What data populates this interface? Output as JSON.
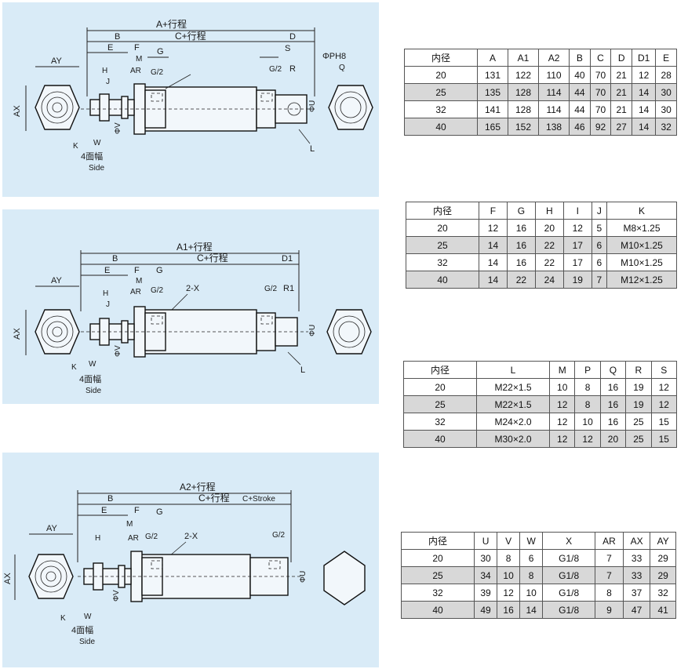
{
  "diagrams": [
    {
      "labels": {
        "overall": "A+行程",
        "stroke": "C+行程",
        "B": "B",
        "D": "D",
        "E": "E",
        "F": "F",
        "G": "G",
        "G2a": "G/2",
        "G2b": "G/2",
        "S": "S",
        "R": "R",
        "M": "M",
        "AR": "AR",
        "H": "H",
        "J": "J",
        "AY": "AY",
        "AX": "AX",
        "K": "K",
        "W": "W",
        "V": "ΦV",
        "U": "ΦU",
        "PH": "ΦPH8",
        "Q": "Q",
        "L": "L",
        "side_cn": "4面幅",
        "side_en": "Side"
      }
    },
    {
      "labels": {
        "overall": "A1+行程",
        "stroke": "C+行程",
        "B": "B",
        "D1": "D1",
        "E": "E",
        "F": "F",
        "G": "G",
        "G2a": "G/2",
        "G2b": "G/2",
        "R1": "R1",
        "M": "M",
        "AR": "AR",
        "X": "2-X",
        "H": "H",
        "J": "J",
        "AY": "AY",
        "AX": "AX",
        "K": "K",
        "W": "W",
        "V": "ΦV",
        "U": "ΦU",
        "L": "L",
        "side_cn": "4面幅",
        "side_en": "Side"
      }
    },
    {
      "labels": {
        "overall": "A2+行程",
        "stroke": "C+行程",
        "stroke_en": "C+Stroke",
        "B": "B",
        "E": "E",
        "F": "F",
        "G": "G",
        "G2a": "G/2",
        "G2b": "G/2",
        "M": "M",
        "AR": "AR",
        "X": "2-X",
        "H": "H",
        "AY": "AY",
        "AX": "AX",
        "K": "K",
        "W": "W",
        "V": "ΦV",
        "U": "ΦU",
        "side_cn": "4面幅",
        "side_en": "Side"
      }
    }
  ],
  "tables": [
    {
      "headers": [
        "内径",
        "A",
        "A1",
        "A2",
        "B",
        "C",
        "D",
        "D1",
        "E"
      ],
      "rows": [
        [
          "20",
          "131",
          "122",
          "110",
          "40",
          "70",
          "21",
          "12",
          "28"
        ],
        [
          "25",
          "135",
          "128",
          "114",
          "44",
          "70",
          "21",
          "14",
          "30"
        ],
        [
          "32",
          "141",
          "128",
          "114",
          "44",
          "70",
          "21",
          "14",
          "30"
        ],
        [
          "40",
          "165",
          "152",
          "138",
          "46",
          "92",
          "27",
          "14",
          "32"
        ]
      ]
    },
    {
      "headers": [
        "内径",
        "F",
        "G",
        "H",
        "I",
        "J",
        "K"
      ],
      "rows": [
        [
          "20",
          "12",
          "16",
          "20",
          "12",
          "5",
          "M8×1.25"
        ],
        [
          "25",
          "14",
          "16",
          "22",
          "17",
          "6",
          "M10×1.25"
        ],
        [
          "32",
          "14",
          "16",
          "22",
          "17",
          "6",
          "M10×1.25"
        ],
        [
          "40",
          "14",
          "22",
          "24",
          "19",
          "7",
          "M12×1.25"
        ]
      ]
    },
    {
      "headers": [
        "内径",
        "L",
        "M",
        "P",
        "Q",
        "R",
        "S"
      ],
      "rows": [
        [
          "20",
          "M22×1.5",
          "10",
          "8",
          "16",
          "19",
          "12"
        ],
        [
          "25",
          "M22×1.5",
          "12",
          "8",
          "16",
          "19",
          "12"
        ],
        [
          "32",
          "M24×2.0",
          "12",
          "10",
          "16",
          "25",
          "15"
        ],
        [
          "40",
          "M30×2.0",
          "12",
          "12",
          "20",
          "25",
          "15"
        ]
      ]
    },
    {
      "headers": [
        "内径",
        "U",
        "V",
        "W",
        "X",
        "AR",
        "AX",
        "AY"
      ],
      "rows": [
        [
          "20",
          "30",
          "8",
          "6",
          "G1/8",
          "7",
          "33",
          "29"
        ],
        [
          "25",
          "34",
          "10",
          "8",
          "G1/8",
          "7",
          "33",
          "29"
        ],
        [
          "32",
          "39",
          "12",
          "10",
          "G1/8",
          "8",
          "37",
          "32"
        ],
        [
          "40",
          "49",
          "16",
          "14",
          "G1/8",
          "9",
          "47",
          "41"
        ]
      ]
    }
  ]
}
